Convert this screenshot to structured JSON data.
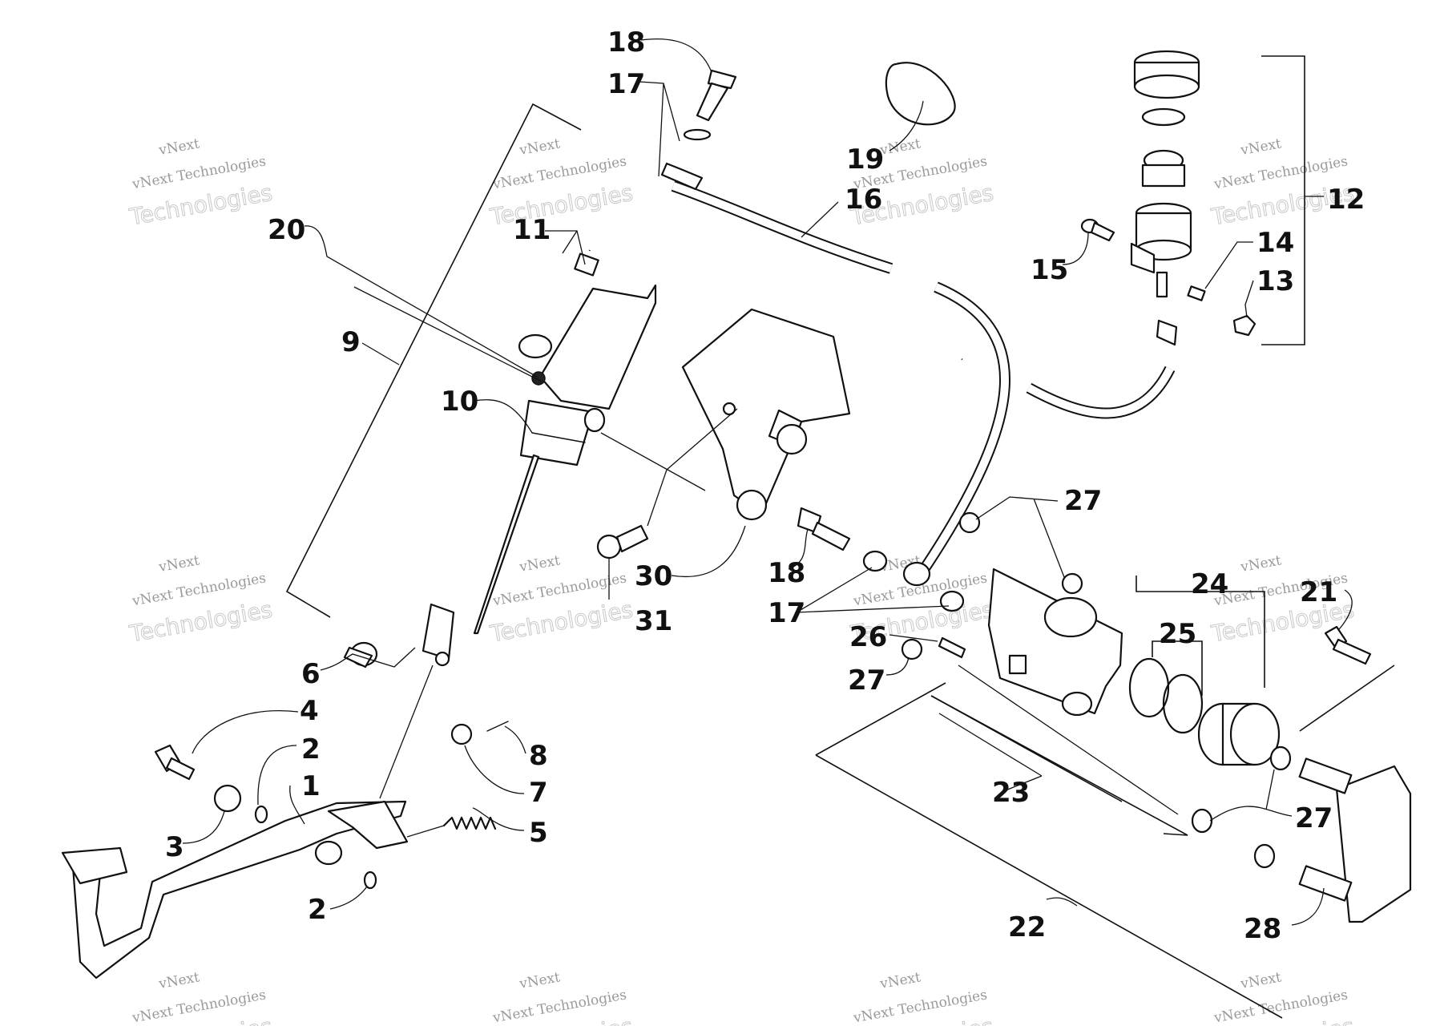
{
  "watermark": {
    "line1": "vNext",
    "line2": "vNext Technologies",
    "line3": "Technologies"
  },
  "callouts": [
    "18",
    "17",
    "19",
    "16",
    "12",
    "20",
    "11",
    "15",
    "14",
    "13",
    "9",
    "10",
    "27",
    "30",
    "18",
    "17",
    "31",
    "24",
    "21",
    "25",
    "26",
    "6",
    "27",
    "4",
    "2",
    "1",
    "8",
    "7",
    "5",
    "23",
    "27",
    "3",
    "2",
    "22",
    "28"
  ],
  "colors": {
    "ink": "#111111",
    "paper": "#ffffff",
    "watermark": "#9a9a9a"
  }
}
